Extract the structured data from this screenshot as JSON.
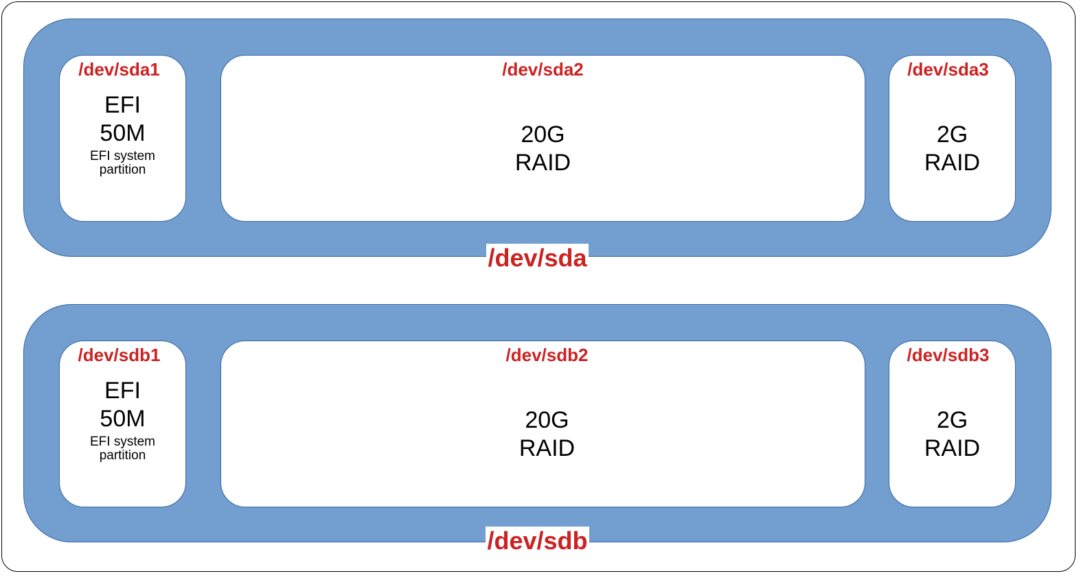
{
  "disks": [
    {
      "label": "/dev/sda",
      "partitions": [
        {
          "name": "/dev/sda1",
          "line1": "EFI",
          "line2": "50M",
          "note": "EFI system partition"
        },
        {
          "name": "/dev/sda2",
          "line1": "20G",
          "line2": "RAID"
        },
        {
          "name": "/dev/sda3",
          "line1": "2G",
          "line2": "RAID"
        }
      ]
    },
    {
      "label": "/dev/sdb",
      "partitions": [
        {
          "name": "/dev/sdb1",
          "line1": "EFI",
          "line2": "50M",
          "note": "EFI system partition"
        },
        {
          "name": "/dev/sdb2",
          "line1": "20G",
          "line2": "RAID"
        },
        {
          "name": "/dev/sdb3",
          "line1": "2G",
          "line2": "RAID"
        }
      ]
    }
  ],
  "colors": {
    "disk_fill": "#729fcf",
    "disk_border": "#3465a4",
    "label_red": "#cc2222",
    "partition_fill": "#ffffff"
  }
}
